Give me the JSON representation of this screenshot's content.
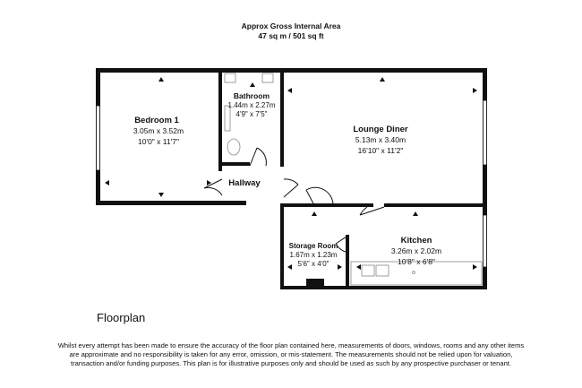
{
  "header": {
    "line1": "Approx Gross Internal Area",
    "line2": "47 sq m / 501 sq ft"
  },
  "rooms": {
    "bedroom": {
      "name": "Bedroom 1",
      "metric": "3.05m x 3.52m",
      "imperial": "10'0\" x 11'7\""
    },
    "bathroom": {
      "name": "Bathroom",
      "metric": "1.44m x 2.27m",
      "imperial": "4'9\" x 7'5\""
    },
    "lounge": {
      "name": "Lounge Diner",
      "metric": "5.13m x 3.40m",
      "imperial": "16'10\" x 11'2\""
    },
    "hallway": {
      "name": "Hallway"
    },
    "storage": {
      "name": "Storage Room",
      "metric": "1.67m x 1.23m",
      "imperial": "5'6\" x 4'0\""
    },
    "kitchen": {
      "name": "Kitchen",
      "metric": "3.26m x 2.02m",
      "imperial": "10'8\" x 6'8\""
    }
  },
  "caption": "Floorplan",
  "disclaimer": "Whilst every attempt has been made to ensure the accuracy of the floor plan contained here, measurements of doors, windows, rooms and any other items are approximate and no responsibility is taken for any error, omission, or mis-statement. The measurements should not be relied upon for valuation, transaction and/or funding purposes. This plan is for illustrative purposes only and should be used as such by any prospective purchaser or tenant.",
  "colors": {
    "wall": "#111111",
    "fixture": "#888888"
  }
}
